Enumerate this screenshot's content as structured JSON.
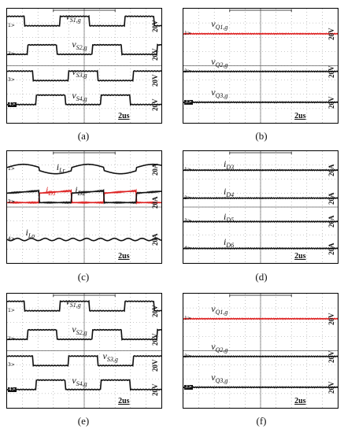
{
  "panels": [
    {
      "caption": "(a)",
      "time_div": "2us",
      "traces": [
        {
          "channel": "1",
          "label": "v",
          "sub": "S1,g",
          "scale": "20V",
          "color": "#111111",
          "shape": "pulse",
          "phase": 0.18
        },
        {
          "channel": "2",
          "label": "v",
          "sub": "S2,g",
          "scale": "20V",
          "color": "#111111",
          "shape": "pulse",
          "phase": 0.68
        },
        {
          "channel": "3",
          "label": "v",
          "sub": "S3,g",
          "scale": "20V",
          "color": "#111111",
          "shape": "pulse",
          "phase": 0.05
        },
        {
          "channel": "4",
          "label": "v",
          "sub": "S4,g",
          "scale": "20V",
          "color": "#111111",
          "shape": "pulse",
          "phase": 0.55
        }
      ]
    },
    {
      "caption": "(b)",
      "time_div": "2us",
      "traces": [
        {
          "channel": "1",
          "label": "v",
          "sub": "Q1,g",
          "scale": "20V",
          "color": "#dd2222",
          "shape": "flat"
        },
        {
          "channel": "2",
          "label": "v",
          "sub": "Q2,g",
          "scale": "20V",
          "color": "#111111",
          "shape": "flat"
        },
        {
          "channel": "3",
          "label": "v",
          "sub": "Q3,g",
          "scale": "20V",
          "color": "#111111",
          "shape": "flat"
        }
      ]
    },
    {
      "caption": "(c)",
      "time_div": "2us",
      "traces": [
        {
          "channel": "1",
          "label": "i",
          "sub": "Lr",
          "scale": "20A",
          "color": "#111111",
          "shape": "wave"
        },
        {
          "channel": "2",
          "label": "i",
          "sub": "D1",
          "scale": "20A",
          "color": "#dd2222",
          "shape": "diode",
          "phase": 0.5
        },
        {
          "channel": "2",
          "label": "i",
          "sub": "D2",
          "scale": "",
          "color": "#111111",
          "shape": "diode",
          "phase": 0.0
        },
        {
          "channel": "4",
          "label": "i",
          "sub": "Lo",
          "scale": "20A",
          "color": "#111111",
          "shape": "ripple"
        }
      ]
    },
    {
      "caption": "(d)",
      "time_div": "2us",
      "traces": [
        {
          "channel": "1",
          "label": "i",
          "sub": "D3",
          "scale": "20A",
          "color": "#111111",
          "shape": "flat"
        },
        {
          "channel": "2",
          "label": "i",
          "sub": "D4",
          "scale": "20A",
          "color": "#111111",
          "shape": "flat"
        },
        {
          "channel": "3",
          "label": "i",
          "sub": "D5",
          "scale": "20A",
          "color": "#111111",
          "shape": "flat"
        },
        {
          "channel": "4",
          "label": "i",
          "sub": "D6",
          "scale": "20A",
          "color": "#111111",
          "shape": "flat"
        }
      ]
    },
    {
      "caption": "(e)",
      "time_div": "2us",
      "traces": [
        {
          "channel": "1",
          "label": "v",
          "sub": "S1,g",
          "scale": "20V",
          "color": "#111111",
          "shape": "pulse",
          "phase": 0.18
        },
        {
          "channel": "2",
          "label": "v",
          "sub": "S2,g",
          "scale": "20V",
          "color": "#111111",
          "shape": "pulse",
          "phase": 0.68
        },
        {
          "channel": "3",
          "label": "v",
          "sub": "S3,g",
          "scale": "20V",
          "color": "#111111",
          "shape": "pulse",
          "phase": 0.05
        },
        {
          "channel": "4",
          "label": "v",
          "sub": "S4,g",
          "scale": "20V",
          "color": "#111111",
          "shape": "pulse",
          "phase": 0.55
        }
      ]
    },
    {
      "caption": "(f)",
      "time_div": "2us",
      "traces": [
        {
          "channel": "1",
          "label": "v",
          "sub": "Q1,g",
          "scale": "20V",
          "color": "#dd2222",
          "shape": "flat"
        },
        {
          "channel": "2",
          "label": "v",
          "sub": "Q2,g",
          "scale": "20V",
          "color": "#111111",
          "shape": "flat"
        },
        {
          "channel": "3",
          "label": "v",
          "sub": "Q3,g",
          "scale": "20V",
          "color": "#111111",
          "shape": "flat"
        }
      ]
    }
  ]
}
